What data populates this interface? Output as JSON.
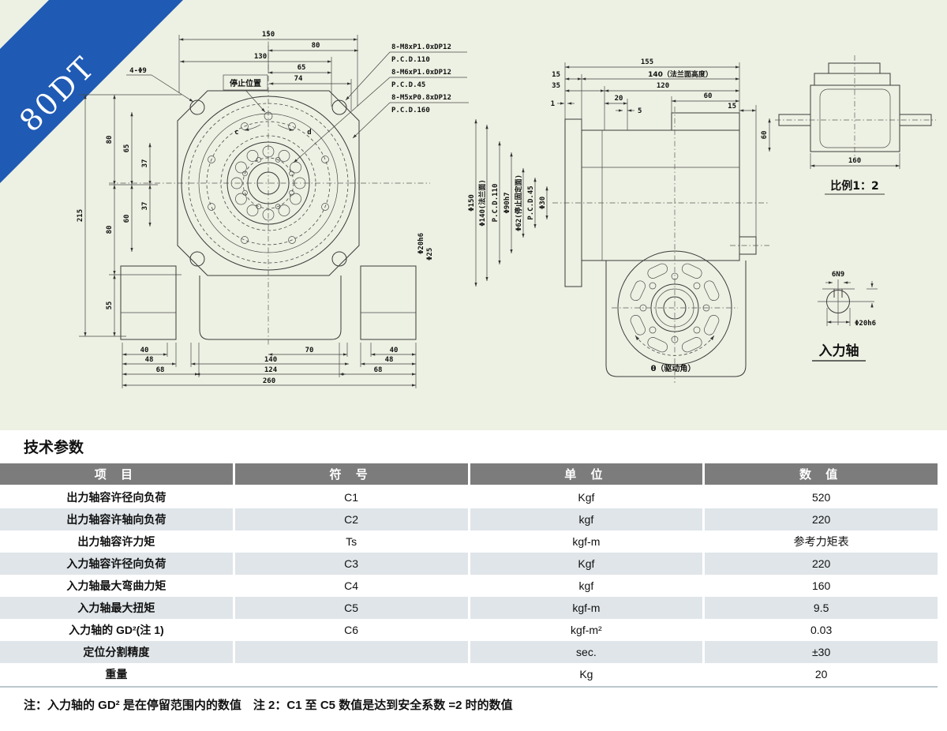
{
  "ribbon": {
    "label": "80DT",
    "color": "#1f5ab4"
  },
  "front": {
    "dims_top": [
      "150",
      "80",
      "130",
      "65",
      "74"
    ],
    "dims_left": [
      "215",
      "80",
      "65",
      "37",
      "37",
      "60",
      "80",
      "55"
    ],
    "dims_bottom": [
      "40",
      "48",
      "68",
      "70",
      "140",
      "124",
      "40",
      "48",
      "68",
      "260"
    ],
    "labels": {
      "stop": "停止位置",
      "holes": "4-Φ9",
      "c": "c",
      "d": "d",
      "shaft1": "Φ20h6",
      "shaft2": "Φ25"
    },
    "callouts": [
      {
        "l1": "8-M8xP1.0xDP12",
        "l2": "P.C.D.110"
      },
      {
        "l1": "8-M6xP1.0xDP12",
        "l2": "P.C.D.45"
      },
      {
        "l1": "8-M5xP0.8xDP12",
        "l2": "P.C.D.160"
      }
    ]
  },
  "side": {
    "dims_top": [
      "155",
      "140（法兰面高度）",
      "120",
      "15",
      "35",
      "1",
      "20",
      "5",
      "60",
      "15"
    ],
    "labels_rot": [
      "Φ150",
      "Φ140(法兰面)",
      "P.C.D.110",
      "Φ90h7",
      "Φ62(停止固定面)",
      "P.C.D.45",
      "Φ30"
    ],
    "angle": "θ（驱动角）"
  },
  "scale_view": {
    "dim_w": "160",
    "dim_h": "60",
    "caption": "比例1：2"
  },
  "input_shaft": {
    "key": "6N9",
    "dia": "Φ20h6",
    "title": "入力轴"
  },
  "params": {
    "title": "技术参数",
    "headers": [
      "项 目",
      "符 号",
      "单 位",
      "数 值"
    ],
    "rows": [
      [
        "出力轴容许径向负荷",
        "C1",
        "Kgf",
        "520"
      ],
      [
        "出力轴容许轴向负荷",
        "C2",
        "kgf",
        "220"
      ],
      [
        "出力轴容许力矩",
        "Ts",
        "kgf-m",
        "参考力矩表"
      ],
      [
        "入力轴容许径向负荷",
        "C3",
        "Kgf",
        "220"
      ],
      [
        "入力轴最大弯曲力矩",
        "C4",
        "kgf",
        "160"
      ],
      [
        "入力轴最大扭矩",
        "C5",
        "kgf-m",
        "9.5"
      ],
      [
        "入力轴的 GD²(注 1)",
        "C6",
        "kgf-m²",
        "0.03"
      ],
      [
        "定位分割精度",
        "",
        "sec.",
        "±30"
      ],
      [
        "重量",
        "",
        "Kg",
        "20"
      ]
    ],
    "note": "注：入力轴的 GD² 是在停留范围内的数值　注 2：C1 至 C5 数值是达到安全系数 =2 时的数值"
  }
}
